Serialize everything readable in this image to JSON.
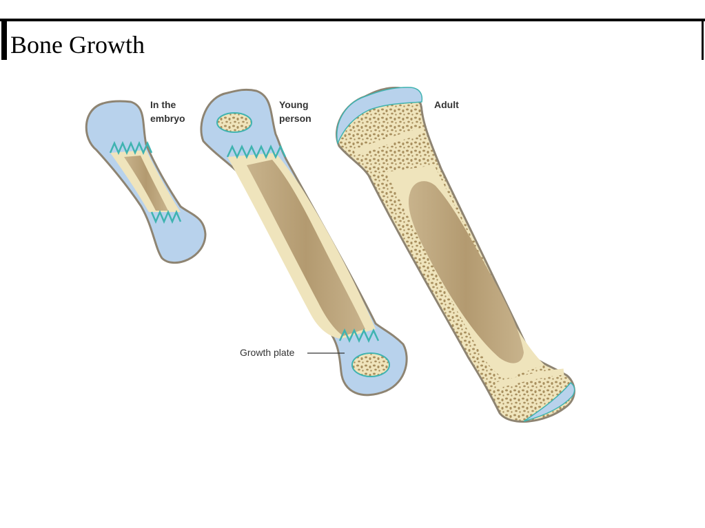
{
  "slide": {
    "title": "Bone Growth"
  },
  "labels": {
    "embryo_line1": "In the",
    "embryo_line2": "embryo",
    "young_line1": "Young",
    "young_line2": "person",
    "adult": "Adult",
    "growth_plate": "Growth plate"
  },
  "colors": {
    "cartilage": "#b8d2ec",
    "bone": "#efe4bc",
    "marrow": "#bda47c",
    "outline": "#8e8472",
    "growth_plate_line": "#3fb3b0",
    "spongy_hole": "#a88f5e"
  }
}
